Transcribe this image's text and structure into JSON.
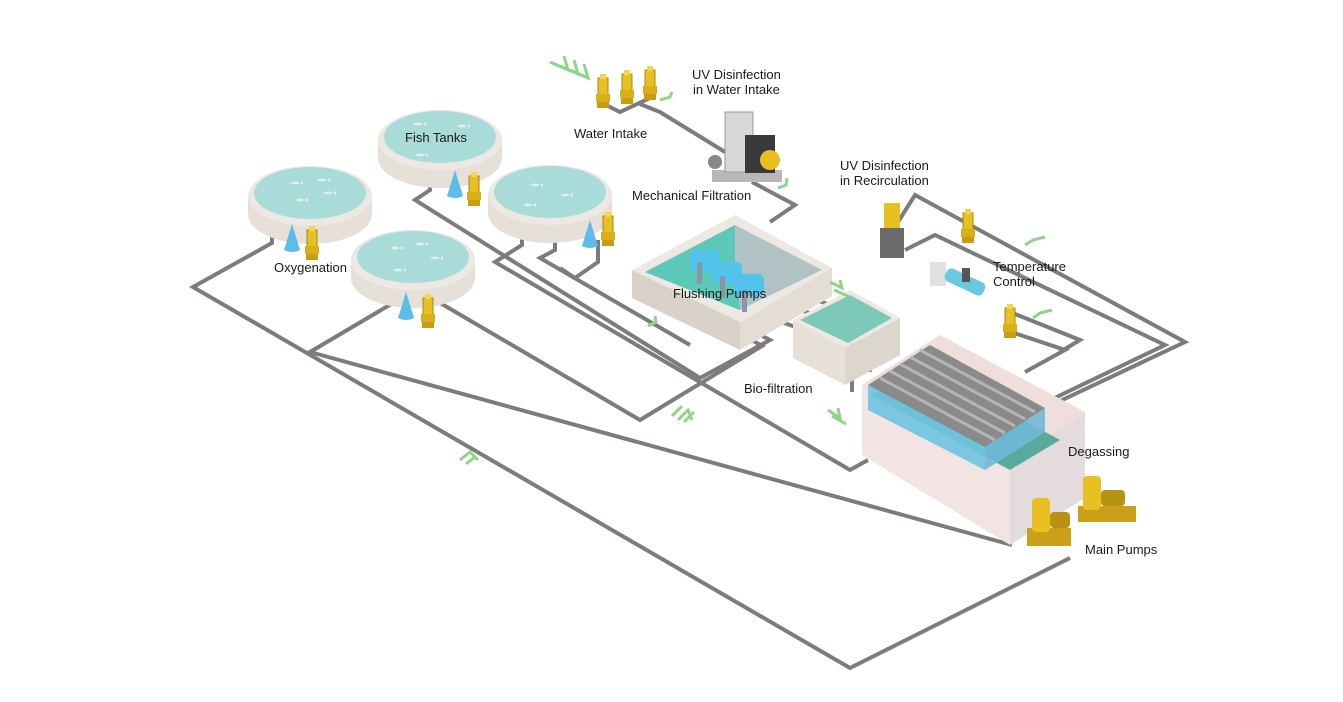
{
  "labels": {
    "fish_tanks": "Fish Tanks",
    "oxygenation": "Oxygenation",
    "water_intake": "Water Intake",
    "uv_intake_1": "UV Disinfection",
    "uv_intake_2": "in Water Intake",
    "mechanical_filtration": "Mechanical Filtration",
    "uv_recirc_1": "UV Disinfection",
    "uv_recirc_2": "in Recirculation",
    "temperature_1": "Temperature",
    "temperature_2": "Control",
    "flushing_pumps": "Flushing Pumps",
    "bio_filtration": "Bio-filtration",
    "degassing": "Degassing",
    "main_pumps": "Main Pumps"
  },
  "colors": {
    "pipe": "#7d7b7b",
    "water": "#a9dcd8",
    "tank_wall": "#e6e0d8",
    "pump": "#e8c020",
    "flow_arrow": "#8fd48a",
    "degassing_media": "#6fc3e0"
  },
  "icons": [
    "pump-icon",
    "oxygen-cone-icon",
    "flow-chevron-icon",
    "fish-icon"
  ]
}
